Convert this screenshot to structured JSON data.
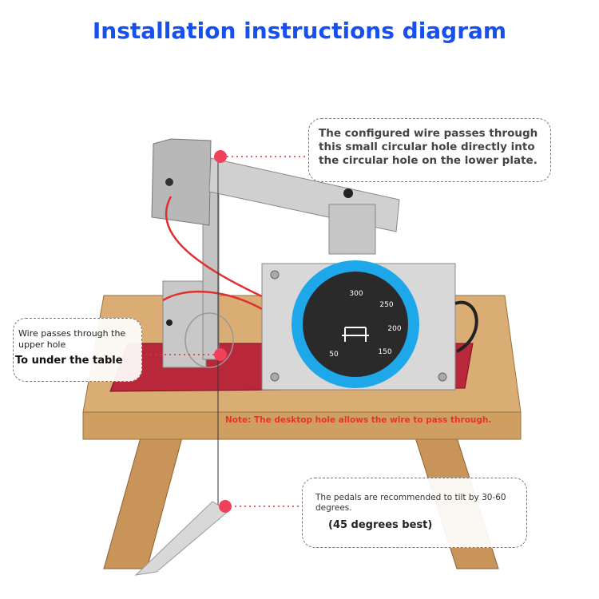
{
  "title": "Installation instructions diagram",
  "callouts": {
    "wire_hole": "The configured wire passes through this small circular hole directly into the circular hole on the lower plate.",
    "upper_hole": "Wire passes through the upper hole",
    "under_table": "To under the table",
    "pedals": "The pedals are recommended to tilt by 30-60 degrees.",
    "pedals_best": "(45 degrees best)"
  },
  "note": "Note: The desktop hole allows the wire to pass through.",
  "dial": {
    "marks": [
      "300",
      "250",
      "200",
      "150",
      "50"
    ]
  },
  "colors": {
    "title": "#1650f0",
    "marker": "#f0405a",
    "note": "#e83428",
    "dial_ring": "#1ea8ea",
    "table": "#d4a66a",
    "base_plate": "#b8283a"
  }
}
